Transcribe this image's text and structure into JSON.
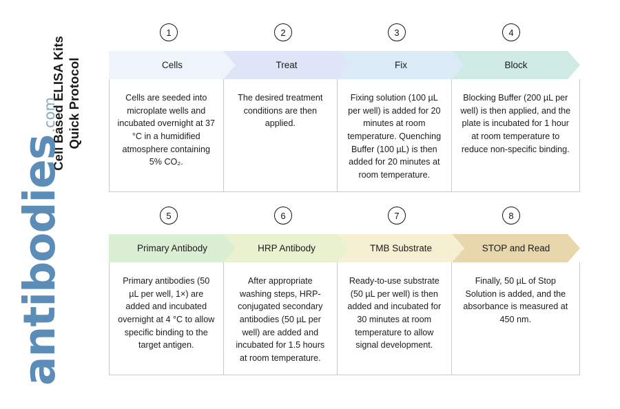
{
  "header": {
    "title_line1": "Cell Based ELISA Kits",
    "title_line2": "Quick Protocol"
  },
  "logo": {
    "name": "antibodies",
    "tld": ".com",
    "color": "#5b8db8"
  },
  "rows": [
    {
      "id": "row-1",
      "steps": [
        {
          "number": "1",
          "label": "Cells",
          "body": "Cells are seeded into microplate wells and incubated overnight at 37 °C in a humidified atmosphere containing 5% CO₂.",
          "fill": "#eff4fb",
          "stroke": "#7da2c4"
        },
        {
          "number": "2",
          "label": "Treat",
          "body": "The desired treatment conditions are then applied.",
          "fill": "#dde5f7",
          "stroke": "#4a6da8"
        },
        {
          "number": "3",
          "label": "Fix",
          "body": "Fixing solution (100 µL per well) is added for 20 minutes at room temperature. Quenching Buffer (100 µL) is then added for 20 minutes at room temperature.",
          "fill": "#daeaf6",
          "stroke": "#4e7a9c"
        },
        {
          "number": "4",
          "label": "Block",
          "body": "Blocking Buffer (200 µL per well) is then applied, and the plate is incubated for 1 hour at room temperature to reduce non-specific binding.",
          "fill": "#cfeae3",
          "stroke": "#3f7a6f"
        }
      ]
    },
    {
      "id": "row-2",
      "steps": [
        {
          "number": "5",
          "label": "Primary Antibody",
          "body": "Primary antibodies (50 µL per well, 1×) are added and incubated overnight at 4 °C to allow specific binding to the target antigen.",
          "fill": "#d9eed2",
          "stroke": "#3f7a36"
        },
        {
          "number": "6",
          "label": "HRP Antibody",
          "body": "After appropriate washing steps, HRP-conjugated secondary antibodies (50 µL per well) are added and incubated for 1.5 hours at room temperature.",
          "fill": "#eaf1cf",
          "stroke": "#8a8f33"
        },
        {
          "number": "7",
          "label": "TMB Substrate",
          "body": "Ready-to-use substrate (50 µL per well) is then added and incubated for 30 minutes at room temperature to allow signal development.",
          "fill": "#f6f0d3",
          "stroke": "#9a8234"
        },
        {
          "number": "8",
          "label": "STOP and Read",
          "body": "Finally, 50 µL of Stop Solution is added, and the absorbance is measured at 450 nm.",
          "fill": "#e8d7ac",
          "stroke": "#9a7f3d"
        }
      ]
    }
  ]
}
